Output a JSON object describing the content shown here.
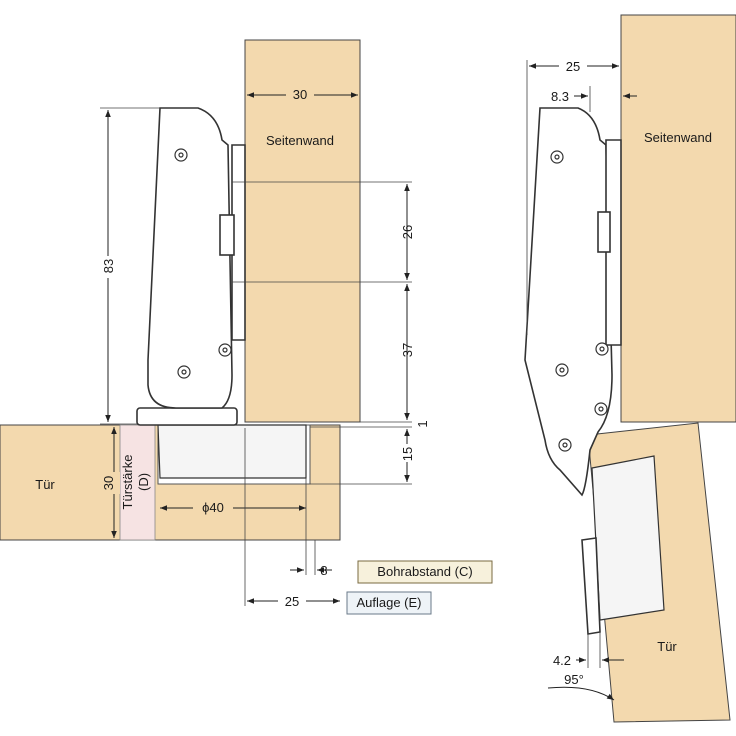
{
  "left": {
    "side_panel_label": "Seitenwand",
    "door_label": "Tür",
    "door_thickness_label": "Türstärke",
    "door_thickness_code": "(D)",
    "dims": {
      "panel_width": "30",
      "hinge_height": "83",
      "spacing_26": "26",
      "spacing_37": "37",
      "gap_1": "1",
      "cup_depth": "15",
      "door_thickness": "30",
      "cup_diameter": "ϕ40",
      "drill_distance": "8",
      "overlay": "25"
    },
    "tags": {
      "drill_distance": "Bohrabstand (C)",
      "overlay": "Auflage (E)"
    }
  },
  "right": {
    "side_panel_label": "Seitenwand",
    "door_label": "Tür",
    "dims": {
      "width_25": "25",
      "offset_8_3": "8.3",
      "gap_4_2": "4.2",
      "angle": "95°"
    }
  }
}
